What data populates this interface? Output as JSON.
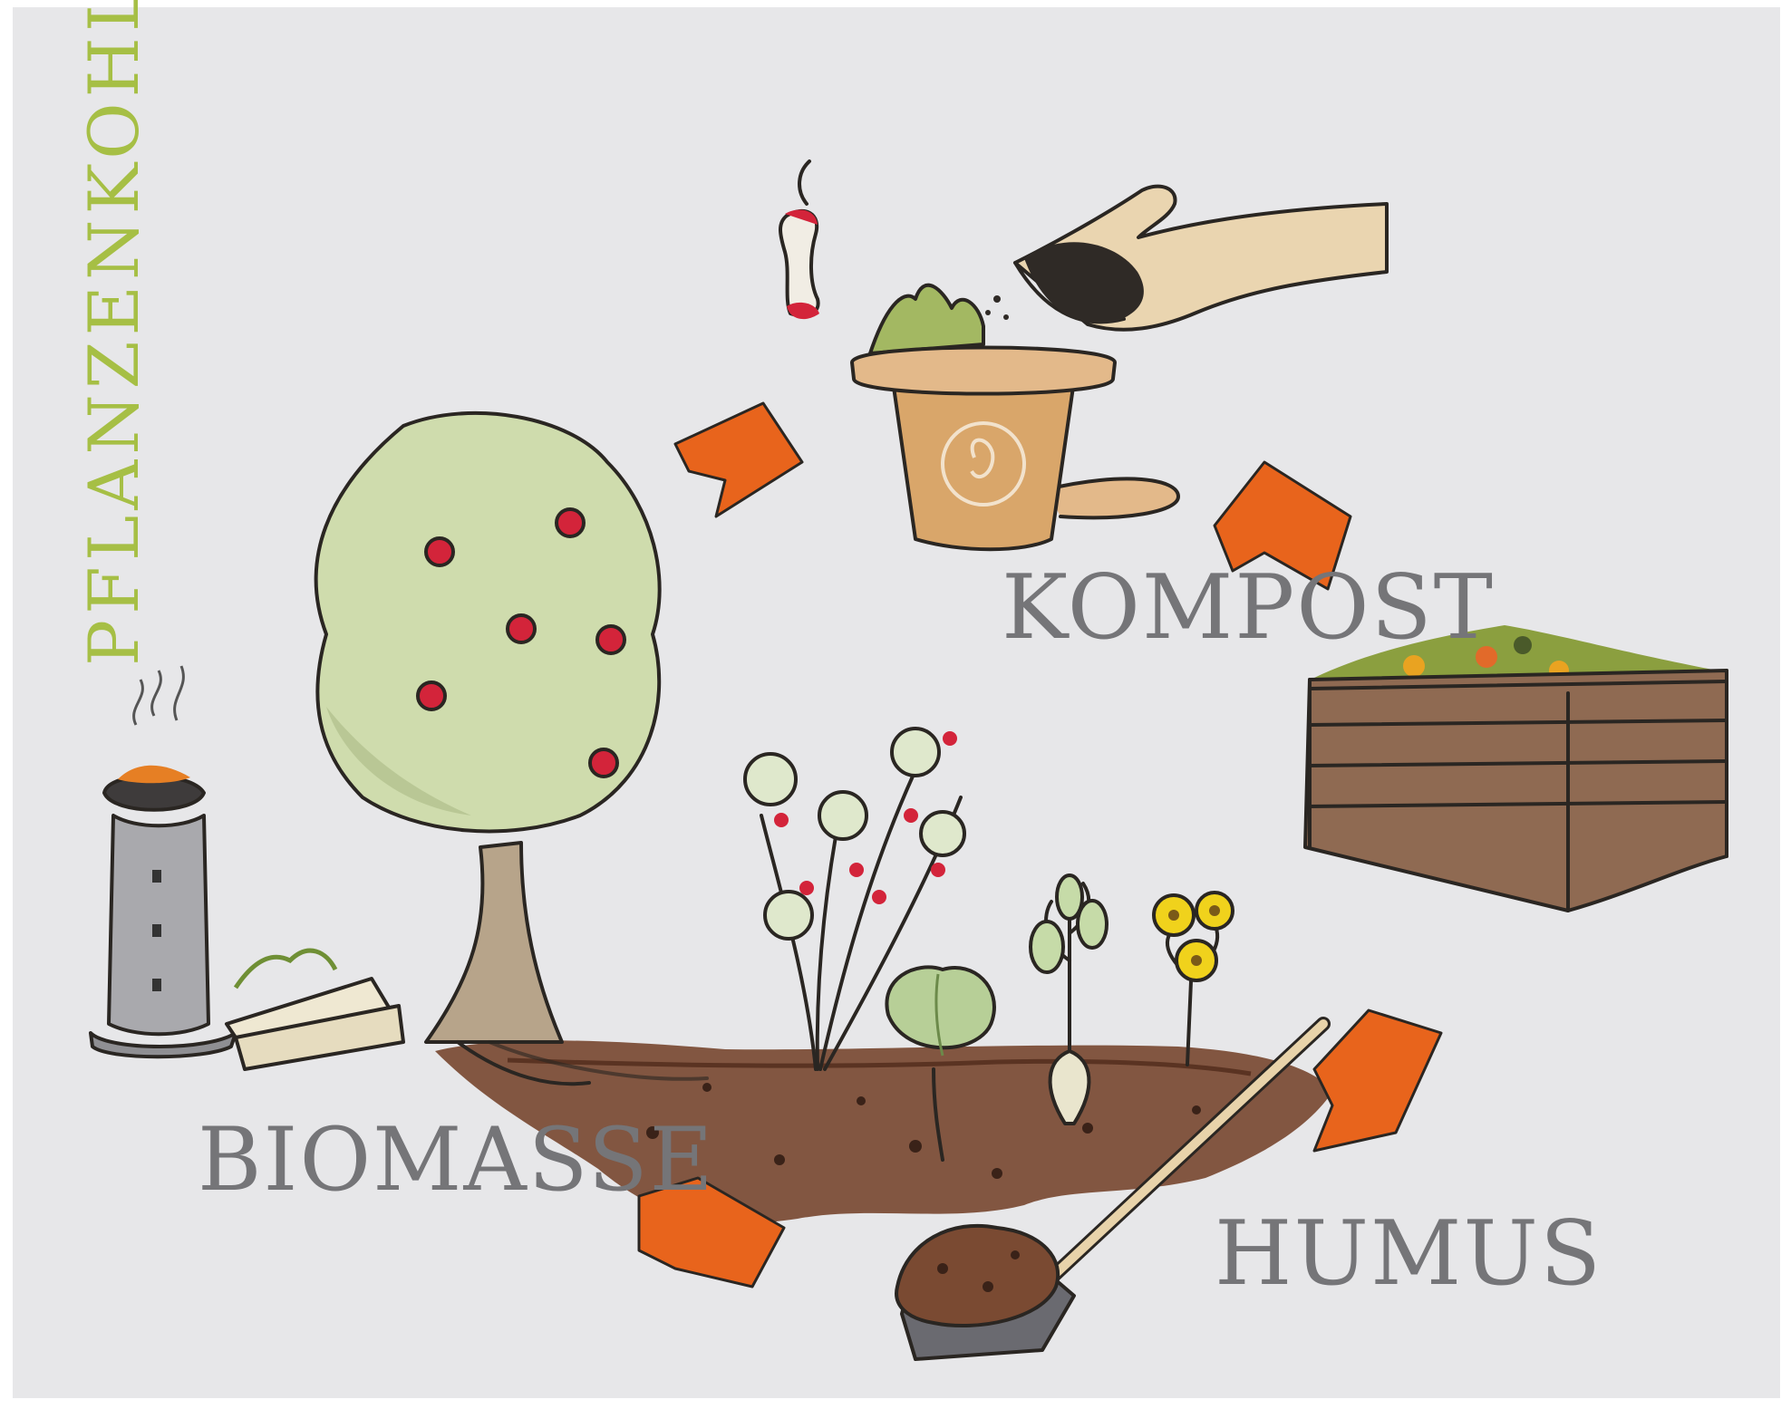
{
  "title": "PFLANZENKOHLE",
  "labels": {
    "kompost": "KOMPOST",
    "biomasse": "BIOMASSE",
    "humus": "HUMUS"
  },
  "colors": {
    "background": "#e7e7e9",
    "title_green": "#a6bf45",
    "label_gray": "#757578",
    "arrow_orange": "#e8641c",
    "soil_brown": "#7a4a32",
    "tree_green": "#cfdcad",
    "apple_red": "#d3243a",
    "pot_terracotta": "#d9a66a",
    "crate_brown": "#8f6a52"
  },
  "icons": [
    "apple-core-icon",
    "hand-pouring-biochar-icon",
    "compost-pot-icon",
    "compost-crate-icon",
    "apple-tree-icon",
    "biochar-kiln-icon",
    "wood-pile-icon",
    "berry-bush-icon",
    "cabbage-icon",
    "beet-plant-icon",
    "yellow-flower-icon",
    "shovel-with-humus-icon",
    "soil-bed-icon",
    "cycle-arrow-icon"
  ]
}
